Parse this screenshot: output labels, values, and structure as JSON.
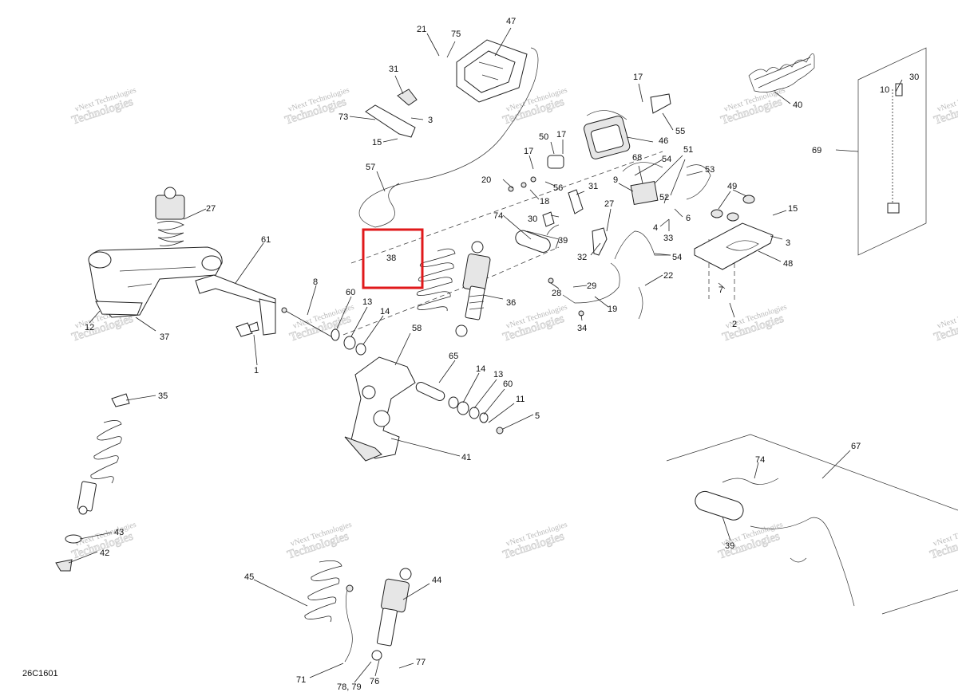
{
  "diagram_code": "26C1601",
  "watermark": {
    "line1": "vNext Technologies",
    "line2": "Technologies"
  },
  "highlight": {
    "part": "38"
  },
  "labels": {
    "p1": "1",
    "p2": "2",
    "p3a": "3",
    "p3b": "3",
    "p4": "4",
    "p5": "5",
    "p6": "6",
    "p7": "7",
    "p8": "8",
    "p9": "9",
    "p10": "10",
    "p11": "11",
    "p12": "12",
    "p13a": "13",
    "p13b": "13",
    "p14a": "14",
    "p14b": "14",
    "p15a": "15",
    "p15b": "15",
    "p17a": "17",
    "p17b": "17",
    "p17c": "17",
    "p18": "18",
    "p19": "19",
    "p20": "20",
    "p21": "21",
    "p22": "22",
    "p27a": "27",
    "p27b": "27",
    "p28": "28",
    "p29": "29",
    "p30a": "30",
    "p30b": "30",
    "p31a": "31",
    "p31b": "31",
    "p32": "32",
    "p33": "33",
    "p34": "34",
    "p35": "35",
    "p36": "36",
    "p37": "37",
    "p38": "38",
    "p39a": "39",
    "p39b": "39",
    "p40": "40",
    "p41": "41",
    "p42": "42",
    "p43": "43",
    "p44": "44",
    "p45": "45",
    "p46": "46",
    "p47": "47",
    "p48": "48",
    "p49": "49",
    "p50": "50",
    "p51": "51",
    "p52": "52",
    "p53": "53",
    "p54a": "54",
    "p54b": "54",
    "p55": "55",
    "p56": "56",
    "p57": "57",
    "p58": "58",
    "p60a": "60",
    "p60b": "60",
    "p61": "61",
    "p65": "65",
    "p67": "67",
    "p68": "68",
    "p69": "69",
    "p71": "71",
    "p73": "73",
    "p74a": "74",
    "p74b": "74",
    "p75": "75",
    "p76": "76",
    "p77": "77",
    "p7879": "78, 79"
  }
}
